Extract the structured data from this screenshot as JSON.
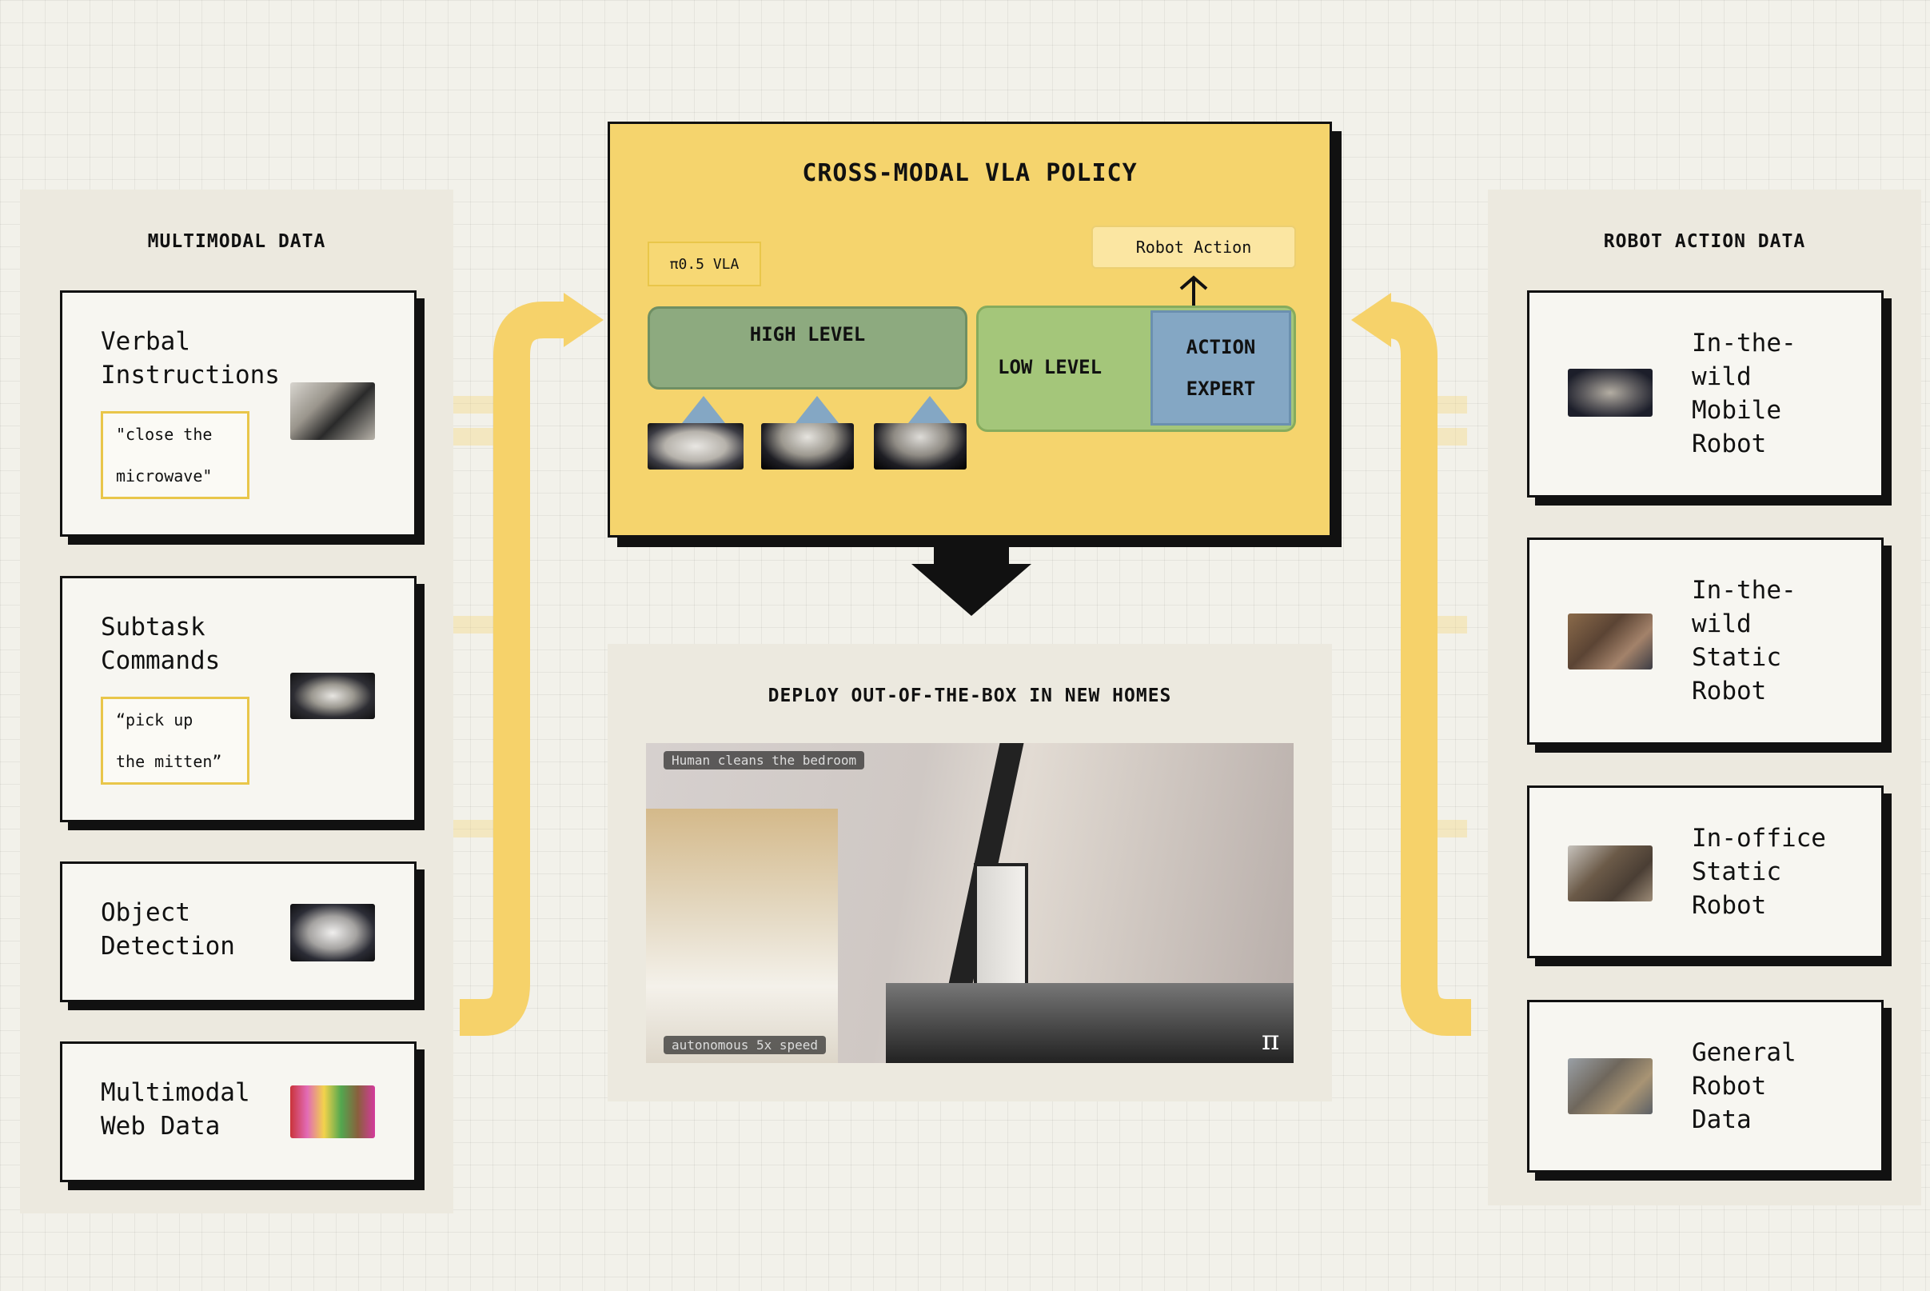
{
  "left_panel": {
    "title": "MULTIMODAL DATA",
    "cards": [
      {
        "label": "Verbal\nInstructions",
        "quote": "\"close the\nmicrowave\"",
        "thumb_icon": "kitchen-photo"
      },
      {
        "label": "Subtask\nCommands",
        "quote": "“pick up\nthe mitten”",
        "thumb_icon": "fisheye-photo"
      },
      {
        "label": "Object\nDetection",
        "thumb_icon": "fisheye-photo"
      },
      {
        "label": "Multimodal\nWeb Data",
        "thumb_icon": "colorful-room-photo"
      }
    ]
  },
  "center": {
    "title": "CROSS-MODAL VLA POLICY",
    "model_tag": "π0.5 VLA",
    "robot_action": "Robot Action",
    "high_level": "HIGH LEVEL",
    "low_level": "LOW LEVEL",
    "action_expert": "ACTION\nEXPERT",
    "camera_views": [
      "camera-1",
      "camera-2",
      "camera-3"
    ],
    "deploy_title": "DEPLOY OUT-OF-THE-BOX IN NEW HOMES",
    "video_caption_top": "Human cleans the bedroom",
    "video_caption_bottom": "autonomous 5x speed",
    "logo_text": "π"
  },
  "right_panel": {
    "title": "ROBOT ACTION DATA",
    "cards": [
      {
        "label": "In-the-\nwild\nMobile\nRobot"
      },
      {
        "label": "In-the-\nwild\nStatic\nRobot"
      },
      {
        "label": "In-office\nStatic\nRobot"
      },
      {
        "label": "General\nRobot\nData"
      }
    ]
  },
  "colors": {
    "policy_bg": "#f5d46d",
    "high_level": "#8daa7f",
    "low_level": "#a4c67a",
    "action_expert": "#84a7c4",
    "flow_arrow": "#f6d26a"
  }
}
